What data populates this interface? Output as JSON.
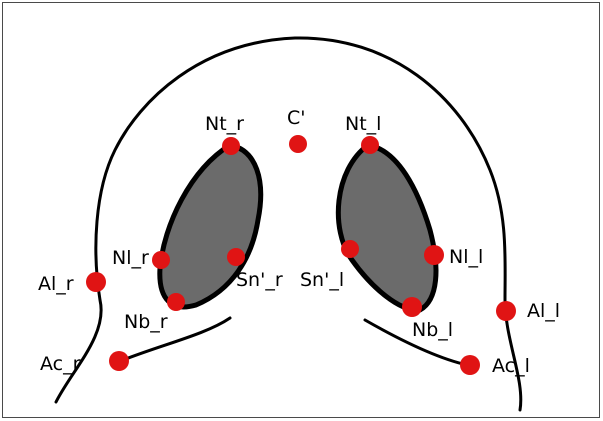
{
  "diagram": {
    "colors": {
      "background": "#ffffff",
      "outline": "#000000",
      "nostril_fill": "#6b6b6b",
      "landmark": "#e01414"
    },
    "landmarks": [
      {
        "id": "Nt_r",
        "label": "Nt_r"
      },
      {
        "id": "C_prime",
        "label": "C'"
      },
      {
        "id": "Nt_l",
        "label": "Nt_l"
      },
      {
        "id": "Nl_r",
        "label": "Nl_r"
      },
      {
        "id": "Sn_r",
        "label": "Sn'_r"
      },
      {
        "id": "Sn_l",
        "label": "Sn'_l"
      },
      {
        "id": "Nl_l",
        "label": "Nl_l"
      },
      {
        "id": "Al_r",
        "label": "Al_r"
      },
      {
        "id": "Nb_r",
        "label": "Nb_r"
      },
      {
        "id": "Nb_l",
        "label": "Nb_l"
      },
      {
        "id": "Al_l",
        "label": "Al_l"
      },
      {
        "id": "Ac_r",
        "label": "Ac_r"
      },
      {
        "id": "Ac_l",
        "label": "Ac_l"
      }
    ]
  }
}
